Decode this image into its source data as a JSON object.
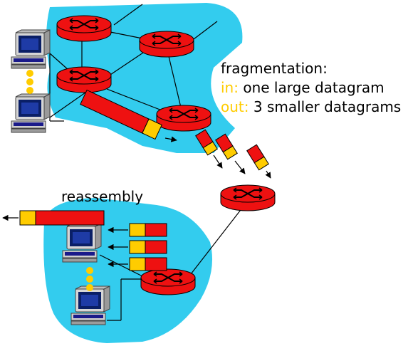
{
  "labels": {
    "fragmentation": "fragmentation:",
    "in_prefix": "in:",
    "in_text": " one large datagram",
    "out_prefix": "out:",
    "out_text": " 3 smaller datagrams",
    "reassembly": "reassembly"
  },
  "colors": {
    "cloud": "#33ccee",
    "router": "#ee1111",
    "datagram_body": "#ee1111",
    "datagram_header": "#ffcc00",
    "highlight": "#ffcc00",
    "wire": "#000000",
    "host_frame": "#d0d0d0",
    "host_screen": "#0a1f66"
  },
  "icons": [
    "router-icon",
    "host-computer-icon",
    "datagram-icon",
    "arrow-icon"
  ]
}
